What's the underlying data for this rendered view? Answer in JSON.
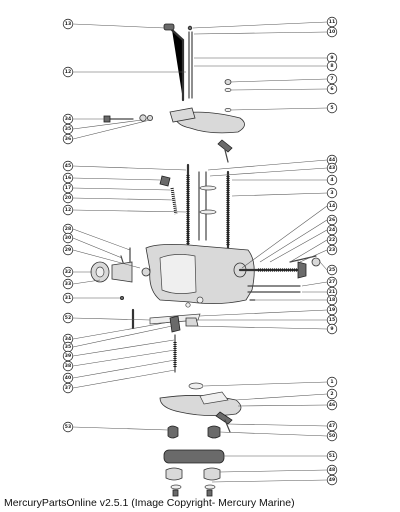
{
  "footer": {
    "text": "MercuryPartsOnline v2.5.1 (Image Copyright- Mercury Marine)"
  },
  "callouts_left": [
    {
      "label": "13"
    },
    {
      "label": "12"
    },
    {
      "label": "34"
    },
    {
      "label": "35"
    },
    {
      "label": "36"
    },
    {
      "label": "45"
    },
    {
      "label": "16"
    },
    {
      "label": "17"
    },
    {
      "label": "20"
    },
    {
      "label": "12"
    },
    {
      "label": "28"
    },
    {
      "label": "30"
    },
    {
      "label": "29"
    },
    {
      "label": "32"
    },
    {
      "label": "33"
    },
    {
      "label": "31"
    },
    {
      "label": "52"
    },
    {
      "label": "34"
    },
    {
      "label": "35"
    },
    {
      "label": "39"
    },
    {
      "label": "38"
    },
    {
      "label": "40"
    },
    {
      "label": "37"
    },
    {
      "label": "53"
    }
  ],
  "callouts_right": [
    {
      "label": "11"
    },
    {
      "label": "10"
    },
    {
      "label": "9"
    },
    {
      "label": "8"
    },
    {
      "label": "7"
    },
    {
      "label": "6"
    },
    {
      "label": "5"
    },
    {
      "label": "44"
    },
    {
      "label": "43"
    },
    {
      "label": "4"
    },
    {
      "label": "3"
    },
    {
      "label": "14"
    },
    {
      "label": "26"
    },
    {
      "label": "24"
    },
    {
      "label": "22"
    },
    {
      "label": "23"
    },
    {
      "label": "25"
    },
    {
      "label": "27"
    },
    {
      "label": "21"
    },
    {
      "label": "18"
    },
    {
      "label": "19"
    },
    {
      "label": "15"
    },
    {
      "label": "9"
    },
    {
      "label": "1"
    },
    {
      "label": "2"
    },
    {
      "label": "46"
    },
    {
      "label": "47"
    },
    {
      "label": "50"
    },
    {
      "label": "51"
    },
    {
      "label": "48"
    },
    {
      "label": "49"
    }
  ]
}
